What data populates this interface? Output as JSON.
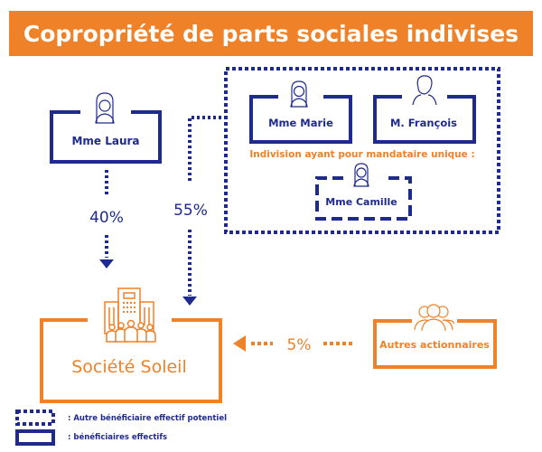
{
  "title": "Copropriété de parts sociales indivises",
  "people": {
    "laura": "Mme Laura",
    "marie": "Mme Marie",
    "francois": "M. François",
    "camille": "Mme Camille"
  },
  "indivision_label": "Indivision ayant pour mandataire unique :",
  "percentages": {
    "laura": "40%",
    "indivision": "55%",
    "others": "5%"
  },
  "company": "Société Soleil",
  "others": "Autres actionnaires",
  "legend": {
    "potential": ": Autre bénéficiaire effectif potentiel",
    "effective": ": bénéficiaires effectifs"
  },
  "colors": {
    "navy": "#1f2a8e",
    "orange": "#ef8129"
  }
}
